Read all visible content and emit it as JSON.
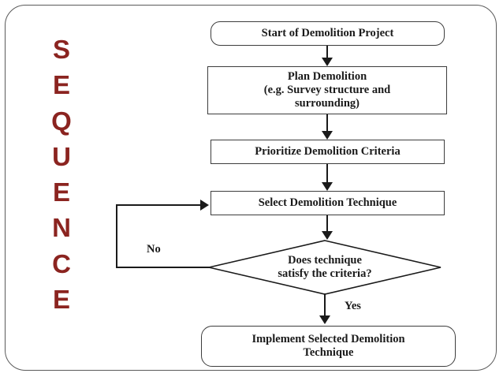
{
  "slide": {
    "title_word": "SEQUENCE",
    "accent_color": "#8B2420",
    "line_color": "#1a1a1a",
    "background_color": "#ffffff"
  },
  "sequence_letters": [
    "S",
    "E",
    "Q",
    "U",
    "E",
    "N",
    "C",
    "E"
  ],
  "flowchart": {
    "type": "flowchart",
    "nodes": [
      {
        "id": "start",
        "shape": "rounded-rectangle",
        "text": "Start of Demolition Project"
      },
      {
        "id": "plan",
        "shape": "rectangle",
        "text": "Plan Demolition\n(e.g. Survey structure and\nsurrounding)"
      },
      {
        "id": "prioritize",
        "shape": "rectangle",
        "text": "Prioritize Demolition Criteria"
      },
      {
        "id": "select",
        "shape": "rectangle",
        "text": "Select Demolition Technique"
      },
      {
        "id": "decision",
        "shape": "diamond",
        "text": "Does technique\nsatisfy the criteria?"
      },
      {
        "id": "implement",
        "shape": "rounded-rectangle",
        "text": "Implement Selected Demolition\nTechnique"
      }
    ],
    "edges": [
      {
        "from": "start",
        "to": "plan",
        "label": ""
      },
      {
        "from": "plan",
        "to": "prioritize",
        "label": ""
      },
      {
        "from": "prioritize",
        "to": "select",
        "label": ""
      },
      {
        "from": "select",
        "to": "decision",
        "label": ""
      },
      {
        "from": "decision",
        "to": "select",
        "label": "No"
      },
      {
        "from": "decision",
        "to": "implement",
        "label": "Yes"
      }
    ],
    "labels": {
      "no": "No",
      "yes": "Yes"
    }
  }
}
